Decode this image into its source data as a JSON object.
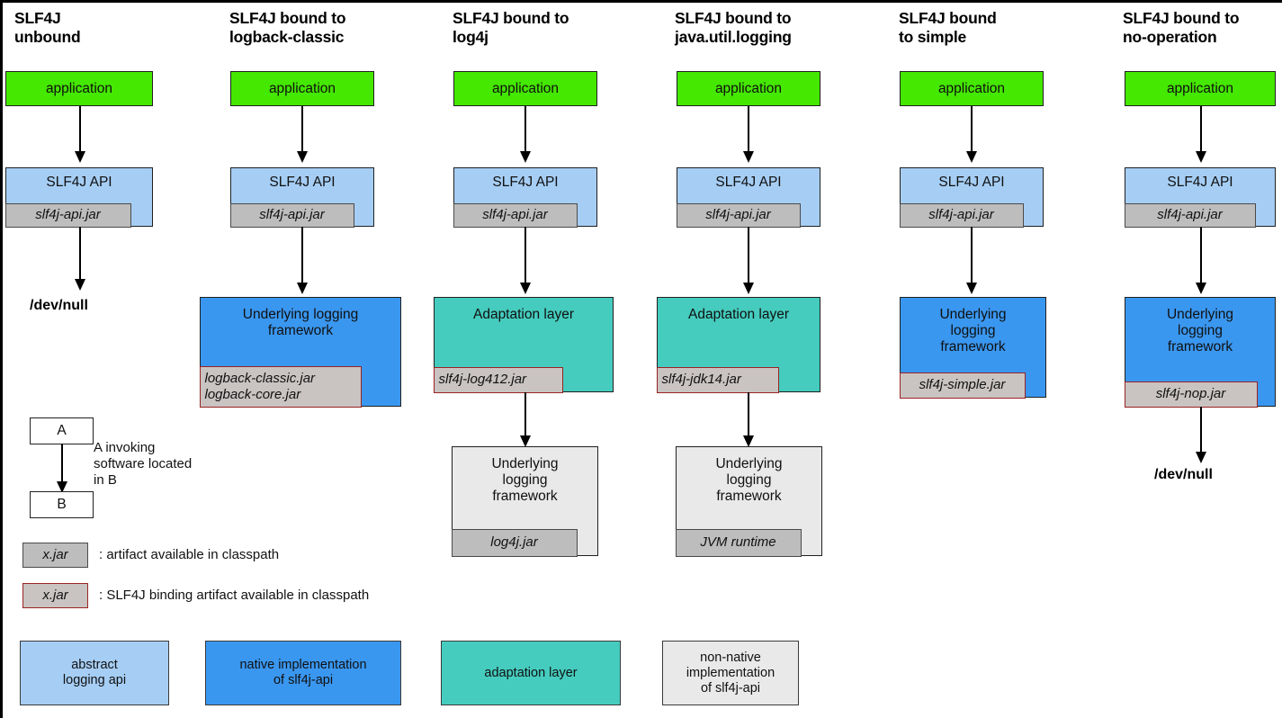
{
  "diagram": {
    "title_suffix": "",
    "columns": [
      {
        "id": "unbound",
        "title": "SLF4J\nunbound",
        "app": "application",
        "api": "SLF4J API",
        "api_jar": "slf4j-api.jar",
        "impl": null,
        "impl_jar": null,
        "sub_impl": null,
        "sub_impl_jar": null,
        "terminal": "/dev/null"
      },
      {
        "id": "logback-classic",
        "title": "SLF4J bound to\nlogback-classic",
        "app": "application",
        "api": "SLF4J API",
        "api_jar": "slf4j-api.jar",
        "impl": "Underlying logging\nframework",
        "impl_jar": "logback-classic.jar\nlogback-core.jar",
        "sub_impl": null,
        "sub_impl_jar": null,
        "terminal": null
      },
      {
        "id": "log4j",
        "title": "SLF4J bound to\nlog4j",
        "app": "application",
        "api": "SLF4J API",
        "api_jar": "slf4j-api.jar",
        "impl": "Adaptation layer",
        "impl_jar": "slf4j-log412.jar",
        "sub_impl": "Underlying\nlogging\nframework",
        "sub_impl_jar": "log4j.jar",
        "terminal": null
      },
      {
        "id": "java-util-logging",
        "title": "SLF4J bound to\njava.util.logging",
        "app": "application",
        "api": "SLF4J API",
        "api_jar": "slf4j-api.jar",
        "impl": "Adaptation layer",
        "impl_jar": "slf4j-jdk14.jar",
        "sub_impl": "Underlying\nlogging\nframework",
        "sub_impl_jar": "JVM runtime",
        "terminal": null
      },
      {
        "id": "simple",
        "title": "SLF4J bound\nto simple",
        "app": "application",
        "api": "SLF4J API",
        "api_jar": "slf4j-api.jar",
        "impl": "Underlying\nlogging\nframework",
        "impl_jar": "slf4j-simple.jar",
        "sub_impl": null,
        "sub_impl_jar": null,
        "terminal": null
      },
      {
        "id": "no-operation",
        "title": "SLF4J bound to\nno-operation",
        "app": "application",
        "api": "SLF4J API",
        "api_jar": "slf4j-api.jar",
        "impl": "Underlying\nlogging\nframework",
        "impl_jar": "slf4j-nop.jar",
        "sub_impl": null,
        "sub_impl_jar": null,
        "terminal": "/dev/null"
      }
    ]
  },
  "legend": {
    "arrow_box_a": "A",
    "arrow_box_b": "B",
    "arrow_desc": "A invoking\nsoftware located\nin B",
    "artifact_chip": "x.jar",
    "artifact_desc": ": artifact available in classpath",
    "binding_chip": "x.jar",
    "binding_desc": ": SLF4J binding artifact available in classpath",
    "swatches": [
      {
        "label": "abstract\nlogging api",
        "color": "#a6cef5"
      },
      {
        "label": "native implementation\nof slf4j-api",
        "color": "#3a97f0"
      },
      {
        "label": "adaptation layer",
        "color": "#45ccbe"
      },
      {
        "label": "non-native\nimplementation\nof slf4j-api",
        "color": "#e9e9e9"
      }
    ]
  },
  "colors": {
    "application": "#44e800",
    "abstract_api": "#a6cef5",
    "native_impl": "#3a97f0",
    "adaptation": "#45ccbe",
    "non_native": "#e9e9e9",
    "jar": "#bdbdbd",
    "binding_border": "#9a2222",
    "outline": "#202020"
  }
}
